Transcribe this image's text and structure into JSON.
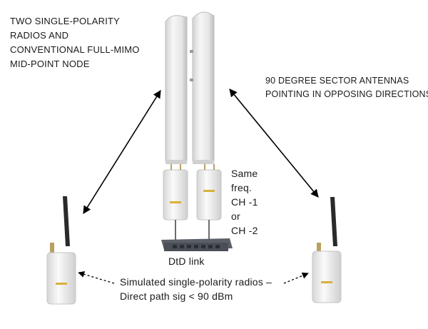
{
  "title_lines": [
    "TWO SINGLE-POLARITY",
    "RADIOS AND",
    "CONVENTIONAL FULL-MIMO",
    "MID-POINT NODE"
  ],
  "sector_note_lines": [
    "90 DEGREE SECTOR ANTENNAS",
    "POINTING IN OPPOSING DIRECTIONS"
  ],
  "freq_lines": [
    "Same",
    "freq.",
    "CH -1",
    "or",
    "CH -2"
  ],
  "switch_label": "DtD link",
  "sim_note_lines": [
    "Simulated single-polarity radios –",
    "Direct path sig < 90 dBm"
  ],
  "colors": {
    "antenna_body": "#ececec",
    "antenna_shade": "#c9c9c9",
    "switch": "#4a4f57",
    "arrow": "#000000",
    "label_strip": "#d9b13a"
  },
  "icons": [
    "sector-antenna",
    "radio-unit",
    "network-switch",
    "whip-antenna"
  ]
}
